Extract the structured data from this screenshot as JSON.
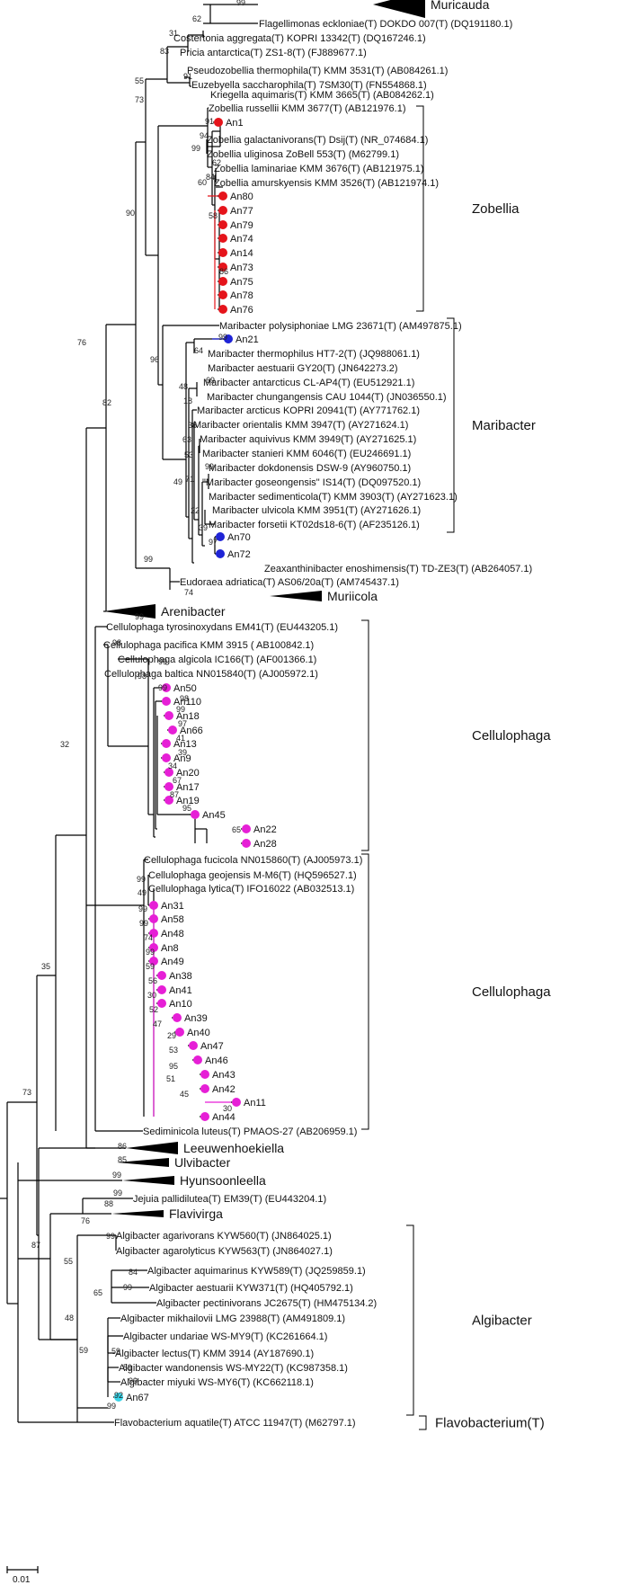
{
  "colors": {
    "zobellia_isolate": "#e5141b",
    "maribacter_isolate": "#1f24d6",
    "cellulophaga_isolate": "#e61fd6",
    "algibacter_isolate": "#39d4e8",
    "branch": "#000000"
  },
  "tree": {
    "scale_label": "0.01",
    "tips": [
      {
        "label": "Muricauda",
        "collapsed": true
      },
      {
        "label": "Flagellimonas eckloniae(T) DOKDO 007(T) (DQ191180.1)"
      },
      {
        "label": "Costertonia aggregata(T) KOPRI 13342(T) (DQ167246.1)"
      },
      {
        "label": "Pricia antarctica(T) ZS1-8(T) (FJ889677.1)"
      },
      {
        "label": "Pseudozobellia thermophila(T) KMM 3531(T) (AB084261.1)"
      },
      {
        "label": "Euzebyella saccharophila(T) 7SM30(T) (FN554868.1)"
      },
      {
        "label": "Kriegella aquimaris(T) KMM 3665(T) (AB084262.1)"
      },
      {
        "label": "Zobellia russellii KMM 3677(T) (AB121976.1)"
      },
      {
        "label": "An1",
        "isolate": "zobellia_isolate"
      },
      {
        "label": "Zobellia galactanivorans(T) Dsij(T) (NR_074684.1)"
      },
      {
        "label": "Zobellia uliginosa ZoBell 553(T) (M62799.1)"
      },
      {
        "label": "Zobellia laminariae KMM 3676(T) (AB121975.1)"
      },
      {
        "label": "Zobellia amurskyensis KMM 3526(T) (AB121974.1)"
      },
      {
        "label": "An80",
        "isolate": "zobellia_isolate"
      },
      {
        "label": "An77",
        "isolate": "zobellia_isolate"
      },
      {
        "label": "An79",
        "isolate": "zobellia_isolate"
      },
      {
        "label": "An74",
        "isolate": "zobellia_isolate"
      },
      {
        "label": "An14",
        "isolate": "zobellia_isolate"
      },
      {
        "label": "An73",
        "isolate": "zobellia_isolate"
      },
      {
        "label": "An75",
        "isolate": "zobellia_isolate"
      },
      {
        "label": "An78",
        "isolate": "zobellia_isolate"
      },
      {
        "label": "An76",
        "isolate": "zobellia_isolate"
      },
      {
        "label": "Maribacter polysiphoniae LMG 23671(T) (AM497875.1)"
      },
      {
        "label": "An21",
        "isolate": "maribacter_isolate"
      },
      {
        "label": "Maribacter thermophilus HT7-2(T) (JQ988061.1)"
      },
      {
        "label": "Maribacter aestuarii GY20(T) (JN642273.2)"
      },
      {
        "label": "Maribacter antarcticus CL-AP4(T) (EU512921.1)"
      },
      {
        "label": "Maribacter chungangensis CAU 1044(T) (JN036550.1)"
      },
      {
        "label": "Maribacter arcticus KOPRI 20941(T) (AY771762.1)"
      },
      {
        "label": "Maribacter orientalis KMM 3947(T) (AY271624.1)"
      },
      {
        "label": "Maribacter aquivivus KMM 3949(T) (AY271625.1)"
      },
      {
        "label": "Maribacter stanieri KMM 6046(T) (EU246691.1)"
      },
      {
        "label": "Maribacter dokdonensis DSW-9 (AY960750.1)"
      },
      {
        "label": "\"Maribacter goseongensis\" IS14(T) (DQ097520.1)"
      },
      {
        "label": "Maribacter sedimenticola(T) KMM 3903(T) (AY271623.1)"
      },
      {
        "label": "Maribacter ulvicola KMM 3951(T) (AY271626.1)"
      },
      {
        "label": "Maribacter forsetii KT02ds18-6(T) (AF235126.1)"
      },
      {
        "label": "An70",
        "isolate": "maribacter_isolate"
      },
      {
        "label": "An72",
        "isolate": "maribacter_isolate"
      },
      {
        "label": "Zeaxanthinibacter enoshimensis(T) TD-ZE3(T) (AB264057.1)"
      },
      {
        "label": "Eudoraea adriatica(T) AS06/20a(T) (AM745437.1)"
      },
      {
        "label": "Muriicola",
        "collapsed": true
      },
      {
        "label": "Arenibacter",
        "collapsed": true
      },
      {
        "label": "Cellulophaga tyrosinoxydans EM41(T) (EU443205.1)"
      },
      {
        "label": "Cellulophaga pacifica KMM 3915 ( AB100842.1)"
      },
      {
        "label": "Cellulophaga algicola IC166(T) (AF001366.1)"
      },
      {
        "label": "Cellulophaga baltica NN015840(T) (AJ005972.1)"
      },
      {
        "label": "An50",
        "isolate": "cellulophaga_isolate"
      },
      {
        "label": "An110",
        "isolate": "cellulophaga_isolate"
      },
      {
        "label": "An18",
        "isolate": "cellulophaga_isolate"
      },
      {
        "label": "An66",
        "isolate": "cellulophaga_isolate"
      },
      {
        "label": "An13",
        "isolate": "cellulophaga_isolate"
      },
      {
        "label": "An9",
        "isolate": "cellulophaga_isolate"
      },
      {
        "label": "An20",
        "isolate": "cellulophaga_isolate"
      },
      {
        "label": "An17",
        "isolate": "cellulophaga_isolate"
      },
      {
        "label": "An19",
        "isolate": "cellulophaga_isolate"
      },
      {
        "label": "An45",
        "isolate": "cellulophaga_isolate"
      },
      {
        "label": "An22",
        "isolate": "cellulophaga_isolate"
      },
      {
        "label": "An28",
        "isolate": "cellulophaga_isolate"
      },
      {
        "label": "Cellulophaga fucicola NN015860(T) (AJ005973.1)"
      },
      {
        "label": "Cellulophaga geojensis M-M6(T) (HQ596527.1)"
      },
      {
        "label": "Cellulophaga lytica(T) IFO16022 (AB032513.1)"
      },
      {
        "label": "An31",
        "isolate": "cellulophaga_isolate"
      },
      {
        "label": "An58",
        "isolate": "cellulophaga_isolate"
      },
      {
        "label": "An48",
        "isolate": "cellulophaga_isolate"
      },
      {
        "label": "An8",
        "isolate": "cellulophaga_isolate"
      },
      {
        "label": "An49",
        "isolate": "cellulophaga_isolate"
      },
      {
        "label": "An38",
        "isolate": "cellulophaga_isolate"
      },
      {
        "label": "An41",
        "isolate": "cellulophaga_isolate"
      },
      {
        "label": "An10",
        "isolate": "cellulophaga_isolate"
      },
      {
        "label": "An39",
        "isolate": "cellulophaga_isolate"
      },
      {
        "label": "An40",
        "isolate": "cellulophaga_isolate"
      },
      {
        "label": "An47",
        "isolate": "cellulophaga_isolate"
      },
      {
        "label": "An46",
        "isolate": "cellulophaga_isolate"
      },
      {
        "label": "An43",
        "isolate": "cellulophaga_isolate"
      },
      {
        "label": "An42",
        "isolate": "cellulophaga_isolate"
      },
      {
        "label": "An11",
        "isolate": "cellulophaga_isolate"
      },
      {
        "label": "An44",
        "isolate": "cellulophaga_isolate"
      },
      {
        "label": "Sediminicola luteus(T) PMAOS-27 (AB206959.1)"
      },
      {
        "label": "Leeuwenhoekiella",
        "collapsed": true
      },
      {
        "label": "Ulvibacter",
        "collapsed": true
      },
      {
        "label": "Hyunsoonleella",
        "collapsed": true
      },
      {
        "label": "Jejuia pallidilutea(T) EM39(T) (EU443204.1)"
      },
      {
        "label": "Flavivirga",
        "collapsed": true
      },
      {
        "label": "Algibacter agarivorans KYW560(T) (JN864025.1)"
      },
      {
        "label": "Algibacter agarolyticus KYW563(T) (JN864027.1)"
      },
      {
        "label": "Algibacter aquimarinus KYW589(T) (JQ259859.1)"
      },
      {
        "label": "Algibacter aestuarii KYW371(T) (HQ405792.1)"
      },
      {
        "label": "Algibacter pectinivorans JC2675(T) (HM475134.2)"
      },
      {
        "label": "Algibacter mikhailovii LMG 23988(T) (AM491809.1)"
      },
      {
        "label": "Algibacter undariae WS-MY9(T) (KC261664.1)"
      },
      {
        "label": "Algibacter lectus(T) KMM 3914 (AY187690.1)"
      },
      {
        "label": "Algibacter wandonensis WS-MY22(T) (KC987358.1)"
      },
      {
        "label": "Algibacter miyuki WS-MY6(T) (KC662118.1)"
      },
      {
        "label": "An67",
        "isolate": "algibacter_isolate"
      },
      {
        "label": "Flavobacterium aquatile(T) ATCC 11947(T) (M62797.1)"
      }
    ],
    "support_values": [
      "99",
      "62",
      "31",
      "83",
      "91",
      "55",
      "73",
      "91",
      "94",
      "99",
      "62",
      "84",
      "60",
      "58",
      "86",
      "90",
      "99",
      "64",
      "96",
      "69",
      "48",
      "18",
      "38",
      "63",
      "53",
      "99",
      "71",
      "49",
      "22",
      "39",
      "97",
      "76",
      "99",
      "74",
      "99",
      "98",
      "82",
      "99",
      "98",
      "99",
      "98",
      "99",
      "97",
      "41",
      "39",
      "34",
      "67",
      "87",
      "95",
      "65",
      "32",
      "99",
      "49",
      "99",
      "99",
      "74",
      "99",
      "59",
      "56",
      "30",
      "52",
      "47",
      "29",
      "53",
      "95",
      "51",
      "45",
      "30",
      "35",
      "73",
      "86",
      "85",
      "99",
      "99",
      "87",
      "88",
      "76",
      "99",
      "84",
      "99",
      "55",
      "65",
      "48",
      "59",
      "59",
      "59",
      "99",
      "92",
      "99",
      "91"
    ],
    "clades": [
      {
        "name": "Zobellia"
      },
      {
        "name": "Maribacter"
      },
      {
        "name": "Cellulophaga"
      },
      {
        "name": "Cellulophaga"
      },
      {
        "name": "Algibacter"
      },
      {
        "name": "Flavobacterium(T)"
      }
    ]
  }
}
